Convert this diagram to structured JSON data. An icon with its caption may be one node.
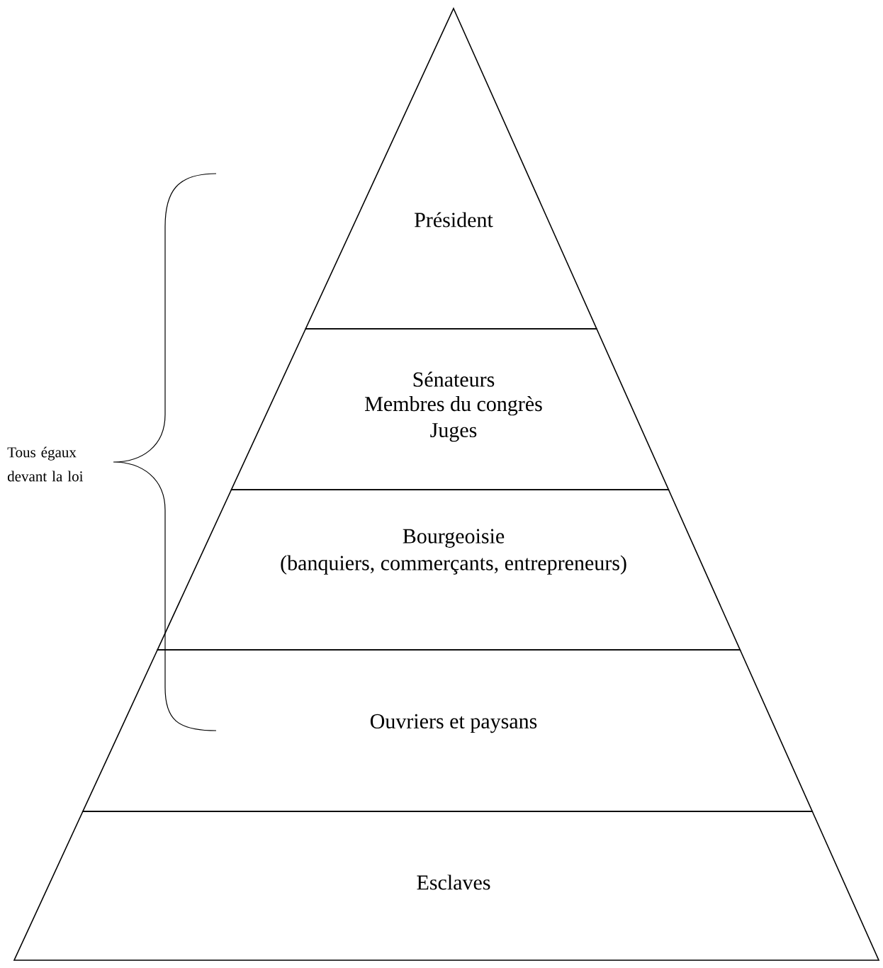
{
  "diagram": {
    "nodes": [
      {
        "text": [
          "Président"
        ]
      },
      {
        "text": [
          "Sénateurs",
          "Membres du congrès",
          "Juges"
        ]
      },
      {
        "text": [
          "Bourgeoisie",
          "(banquiers, commerçants, entrepreneurs)"
        ]
      },
      {
        "text": [
          "Ouvriers et paysans"
        ]
      },
      {
        "text": [
          "Esclaves"
        ]
      }
    ],
    "labels": [
      "Tous égaux devant la loi"
    ]
  }
}
